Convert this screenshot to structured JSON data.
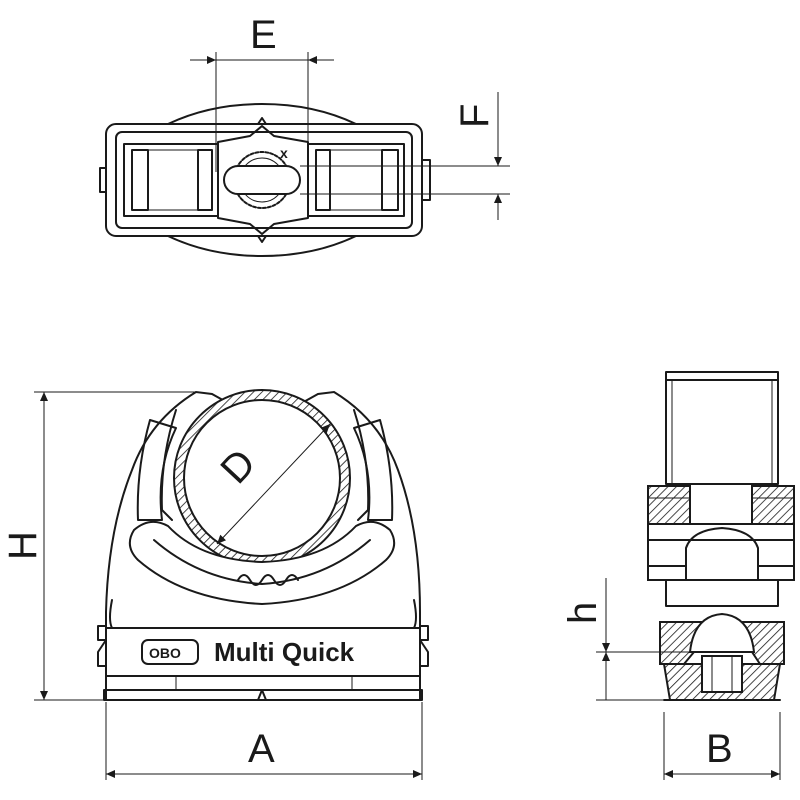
{
  "dimensions": {
    "E": "E",
    "F": "F",
    "D": "D",
    "H": "H",
    "A": "A",
    "h": "h",
    "B": "B"
  },
  "product": {
    "brand_logo": "OBO",
    "name": "Multi Quick"
  },
  "marks": {
    "x_mark": "x"
  }
}
